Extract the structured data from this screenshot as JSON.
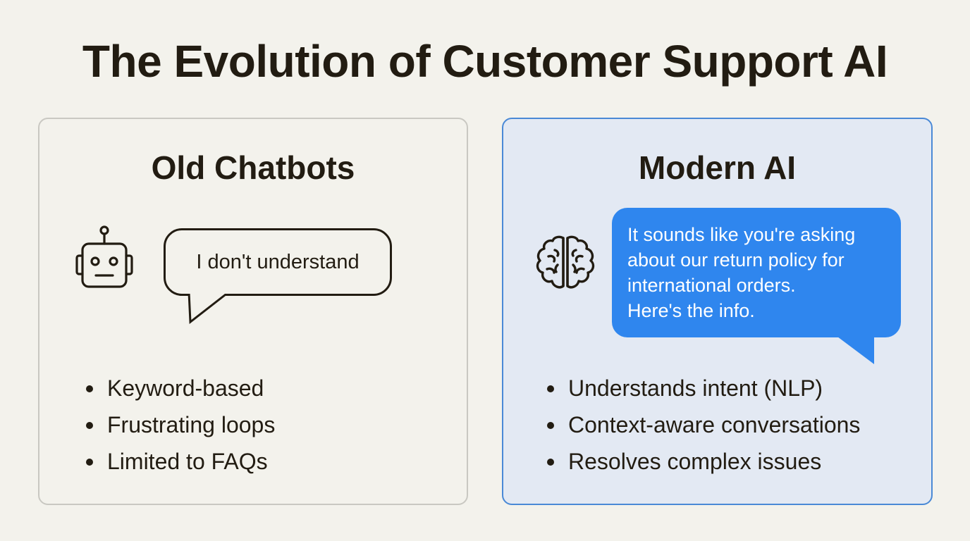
{
  "title": "The Evolution of Customer Support AI",
  "colors": {
    "background": "#f3f2ec",
    "text": "#221c12",
    "old_panel_border": "#c9c8c2",
    "modern_panel_border": "#4a89d6",
    "modern_panel_fill": "#e3e9f3",
    "modern_bubble": "#2f86ee"
  },
  "panels": {
    "old": {
      "title": "Old Chatbots",
      "icon": "robot-icon",
      "bubble_text": "I don't understand",
      "bullets": [
        "Keyword-based",
        "Frustrating loops",
        "Limited to FAQs"
      ]
    },
    "modern": {
      "title": "Modern AI",
      "icon": "brain-icon",
      "bubble_lines": [
        "It sounds like you're asking",
        "about our return policy for",
        "international orders.",
        "Here's the info."
      ],
      "bullets": [
        "Understands intent (NLP)",
        "Context-aware conversations",
        "Resolves complex issues"
      ]
    }
  }
}
